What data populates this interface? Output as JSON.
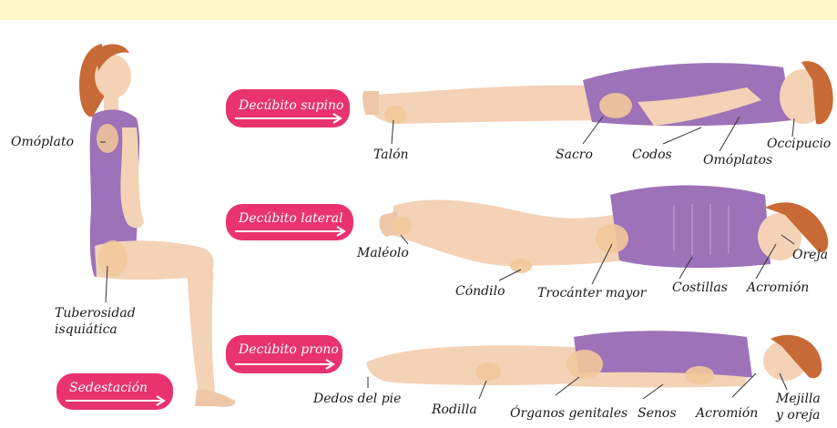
{
  "colors": {
    "header_band": "#fdf6c8",
    "label_pink": "#e8336e",
    "skin": "#f3d2b6",
    "swimsuit": "#9d72b8",
    "hair": "#c86a36",
    "pressure_zone": "#f2c89a",
    "leader_line": "#333333"
  },
  "positions": {
    "sedestacion": "Sedestación",
    "supino": "Decúbito supino",
    "lateral": "Decúbito lateral",
    "prono": "Decúbito prono"
  },
  "sitting": {
    "omoplato": "Omóplato",
    "tuberosidad_1": "Tuberosidad",
    "tuberosidad_2": "isquiática"
  },
  "supine": {
    "talon": "Talón",
    "sacro": "Sacro",
    "codos": "Codos",
    "omoplatos": "Omóplatos",
    "occipucio": "Occipucio"
  },
  "lateral": {
    "maleolo": "Maléolo",
    "condilo": "Cóndilo",
    "trocanter": "Trocánter mayor",
    "costillas": "Costillas",
    "acromion": "Acromión",
    "oreja": "Oreja"
  },
  "prone": {
    "dedos": "Dedos del pie",
    "rodilla": "Rodilla",
    "organos": "Órganos genitales",
    "senos": "Senos",
    "acromion": "Acromión",
    "mejilla_1": "Mejilla",
    "mejilla_2": "y oreja"
  }
}
